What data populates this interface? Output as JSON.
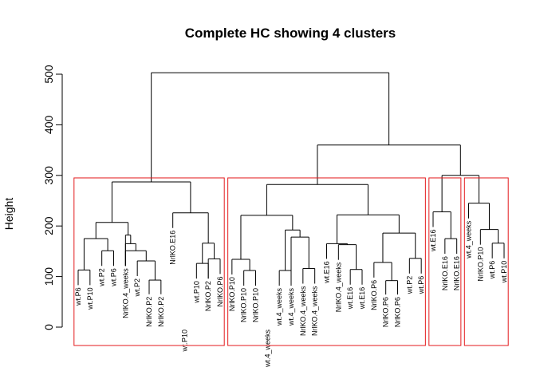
{
  "chart_data": {
    "type": "dendrogram",
    "title": "Complete HC showing 4 clusters",
    "ylabel": "Height",
    "ylim": [
      0,
      520
    ],
    "yticks": [
      0,
      100,
      200,
      300,
      400,
      500
    ],
    "cluster_color": "#e41a1c",
    "branch_color": "#000000",
    "leaves": [
      "wt.P6",
      "wt.P10",
      "wt.P2",
      "wt.P6",
      "NrlKO.4_weeks",
      "wt.P2",
      "NrlKO.P2",
      "NrlKO.P2",
      "NrlKO.E16",
      "wt.P10",
      "wt.P10",
      "NrlKO.P2",
      "NrlKO.P6",
      "NrlKO.P10",
      "NrlKO.P10",
      "NrlKO.P10",
      "wt.4_weeks",
      "wt.4_weeks",
      "wt.4_weeks",
      "NrlKO.4_weeks",
      "NrlKO.4_weeks",
      "wt.E16",
      "NrlKO.4_weeks",
      "wt.E16",
      "wt.E16",
      "NrlKO.P6",
      "NrlKO.P6",
      "NrlKO.P6",
      "wt.P2",
      "wt.P6",
      "wt.E16",
      "NrlKO.E16",
      "NrlKO.E16",
      "wt.4_weeks",
      "NrlKO.P10",
      "wt.P6",
      "wt.P10"
    ],
    "merges": [
      {
        "left": {
          "leaf": 0
        },
        "right": {
          "leaf": 1
        },
        "height": 113
      },
      {
        "left": {
          "leaf": 2
        },
        "right": {
          "leaf": 3
        },
        "height": 151
      },
      {
        "left": {
          "merge": 0
        },
        "right": {
          "merge": 1
        },
        "height": 175
      },
      {
        "left": {
          "leaf": 6
        },
        "right": {
          "leaf": 7
        },
        "height": 93
      },
      {
        "left": {
          "leaf": 5
        },
        "right": {
          "merge": 3
        },
        "height": 131
      },
      {
        "left": {
          "leaf": 4
        },
        "right": {
          "merge": 4
        },
        "height": 151
      },
      {
        "left": {
          "merge": 5
        },
        "right": {
          "leaf": 4
        },
        "height": 165
      },
      {
        "left": {
          "leaf": 4
        },
        "right": {
          "merge": 6
        },
        "height": 182
      },
      {
        "left": {
          "merge": 2
        },
        "right": {
          "merge": 7
        },
        "height": 207
      },
      {
        "left": {
          "leaf": 10
        },
        "right": {
          "leaf": 11
        },
        "height": 126
      },
      {
        "left": {
          "leaf": 11
        },
        "right": {
          "leaf": 12
        },
        "height": 135
      },
      {
        "left": {
          "merge": 9
        },
        "right": {
          "merge": 10
        },
        "height": 166
      },
      {
        "left": {
          "leaf": 8
        },
        "right": {
          "merge": 11
        },
        "height": 226
      },
      {
        "left": {
          "merge": 8
        },
        "right": {
          "merge": 12
        },
        "height": 287
      },
      {
        "left": {
          "leaf": 14
        },
        "right": {
          "leaf": 15
        },
        "height": 112
      },
      {
        "left": {
          "leaf": 13
        },
        "right": {
          "merge": 14
        },
        "height": 134
      },
      {
        "left": {
          "leaf": 17
        },
        "right": {
          "leaf": 18
        },
        "height": 112
      },
      {
        "left": {
          "leaf": 19
        },
        "right": {
          "leaf": 20
        },
        "height": 116
      },
      {
        "left": {
          "leaf": 18
        },
        "right": {
          "merge": 17
        },
        "height": 178
      },
      {
        "left": {
          "merge": 16
        },
        "right": {
          "merge": 18
        },
        "height": 192
      },
      {
        "left": {
          "merge": 15
        },
        "right": {
          "merge": 19
        },
        "height": 221
      },
      {
        "left": {
          "leaf": 23
        },
        "right": {
          "leaf": 24
        },
        "height": 114
      },
      {
        "left": {
          "leaf": 22
        },
        "right": {
          "merge": 21
        },
        "height": 163
      },
      {
        "left": {
          "leaf": 21
        },
        "right": {
          "merge": 22
        },
        "height": 165
      },
      {
        "left": {
          "leaf": 26
        },
        "right": {
          "leaf": 27
        },
        "height": 92
      },
      {
        "left": {
          "leaf": 25
        },
        "right": {
          "merge": 24
        },
        "height": 128
      },
      {
        "left": {
          "leaf": 28
        },
        "right": {
          "leaf": 29
        },
        "height": 136
      },
      {
        "left": {
          "merge": 25
        },
        "right": {
          "merge": 26
        },
        "height": 186
      },
      {
        "left": {
          "merge": 23
        },
        "right": {
          "merge": 27
        },
        "height": 222
      },
      {
        "left": {
          "merge": 20
        },
        "right": {
          "merge": 28
        },
        "height": 282
      },
      {
        "left": {
          "leaf": 31
        },
        "right": {
          "leaf": 32
        },
        "height": 175
      },
      {
        "left": {
          "leaf": 30
        },
        "right": {
          "merge": 30
        },
        "height": 228
      },
      {
        "left": {
          "leaf": 35
        },
        "right": {
          "leaf": 36
        },
        "height": 166
      },
      {
        "left": {
          "leaf": 34
        },
        "right": {
          "merge": 32
        },
        "height": 193
      },
      {
        "left": {
          "leaf": 33
        },
        "right": {
          "merge": 33
        },
        "height": 245
      },
      {
        "left": {
          "merge": 31
        },
        "right": {
          "merge": 34
        },
        "height": 300
      },
      {
        "left": {
          "merge": 29
        },
        "right": {
          "merge": 35
        },
        "height": 360
      },
      {
        "left": {
          "merge": 13
        },
        "right": {
          "merge": 36
        },
        "height": 503
      }
    ],
    "clusters": [
      {
        "first_leaf": 0,
        "last_leaf": 12
      },
      {
        "first_leaf": 13,
        "last_leaf": 29
      },
      {
        "first_leaf": 30,
        "last_leaf": 32
      },
      {
        "first_leaf": 33,
        "last_leaf": 36
      }
    ]
  }
}
